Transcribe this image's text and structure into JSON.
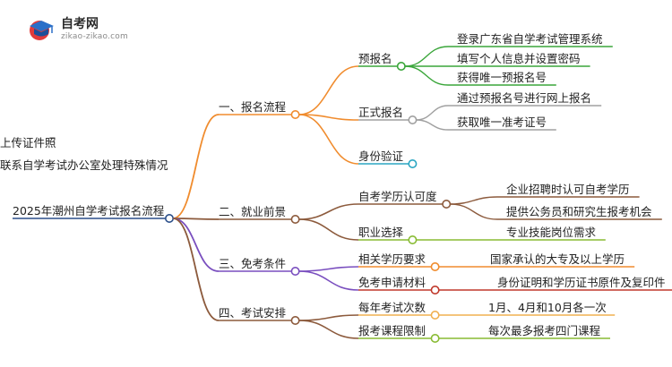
{
  "logo": {
    "title": "自考网",
    "url": "zikao-zikao.com"
  },
  "root": {
    "label": "2025年潮州自学考试报名流程"
  },
  "branches": [
    {
      "label": "一、报名流程",
      "color": "#f08c2e",
      "children": [
        {
          "label": "预报名",
          "color": "#3aa63a",
          "leaves": [
            "登录广东省自学考试管理系统",
            "填写个人信息并设置密码",
            "获得唯一预报名号"
          ]
        },
        {
          "label": "正式报名",
          "color": "#a0a0a0",
          "leaves": [
            "通过预报名号进行网上报名",
            "获取唯一准考证号"
          ]
        },
        {
          "label": "身份验证",
          "color": "#2aa6c2",
          "leaves": [
            "上传证件照",
            "联系自学考试办公室处理特殊情况"
          ]
        }
      ]
    },
    {
      "label": "二、就业前景",
      "color": "#8c5a3c",
      "children": [
        {
          "label": "自考学历认可度",
          "color": "#8c5a3c",
          "leaves": [
            "企业招聘时认可自考学历",
            "提供公务员和研究生报考机会"
          ]
        },
        {
          "label": "职业选择",
          "color": "#88bb33",
          "leaves": [
            "专业技能岗位需求"
          ]
        }
      ]
    },
    {
      "label": "三、免考条件",
      "color": "#7a4fbf",
      "children": [
        {
          "label": "相关学历要求",
          "color": "#f08c2e",
          "leaves": [
            "国家承认的大专及以上学历"
          ]
        },
        {
          "label": "免考申请材料",
          "color": "#c0392b",
          "leaves": [
            "身份证明和学历证书原件及复印件"
          ]
        }
      ]
    },
    {
      "label": "四、考试安排",
      "color": "#8c5a3c",
      "children": [
        {
          "label": "每年考试次数",
          "color": "#f0b050",
          "leaves": [
            "1月、4月和10月各一次"
          ]
        },
        {
          "label": "报考课程限制",
          "color": "#88bb33",
          "leaves": [
            "每次最多报考四门课程"
          ]
        }
      ]
    }
  ],
  "colors": {
    "root_line": "#2b4f8a",
    "node_fill": "#ffffff"
  }
}
